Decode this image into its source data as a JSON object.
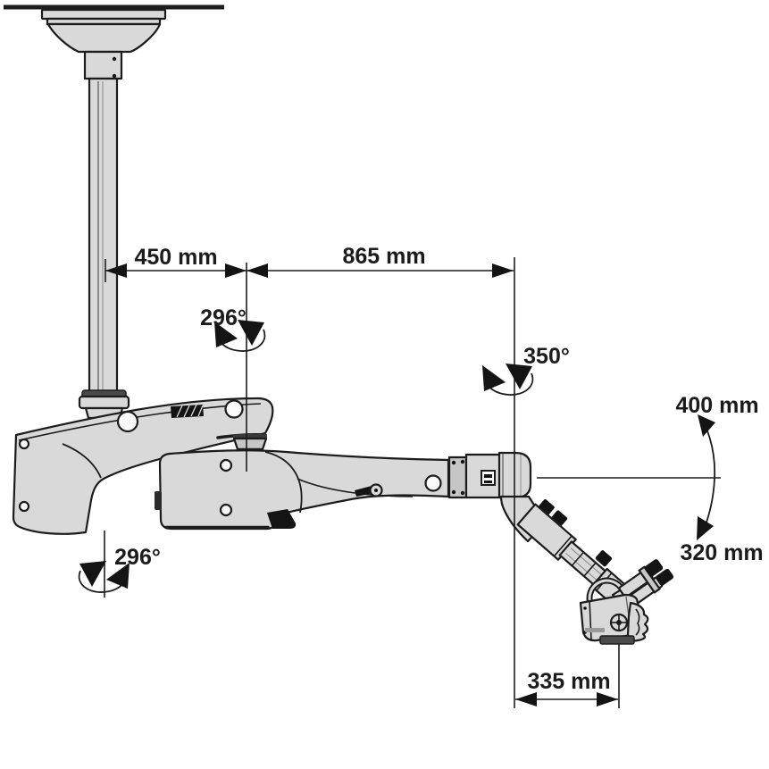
{
  "figure": {
    "type": "technical-diagram",
    "subject": "Ceiling-mounted microscope support arm with working-range dimensions",
    "colors": {
      "outline": "#1c1c1c",
      "fill_light": "#d9d9d9",
      "fill_mid": "#c6c6c6",
      "fill_dark": "#141414",
      "background": "#ffffff"
    },
    "labels": {
      "dim_450": "450 mm",
      "dim_865": "865 mm",
      "rot_upper": "296°",
      "rot_350": "350°",
      "dim_400": "400 mm",
      "dim_320": "320 mm",
      "dim_335": "335 mm",
      "rot_lower": "296°"
    },
    "parts": [
      "ceiling-mount",
      "support-column",
      "carrier-arm-upper",
      "pivot-joint",
      "carrier-arm-lower",
      "end-joint",
      "tilt-arm",
      "microscope-head"
    ]
  }
}
